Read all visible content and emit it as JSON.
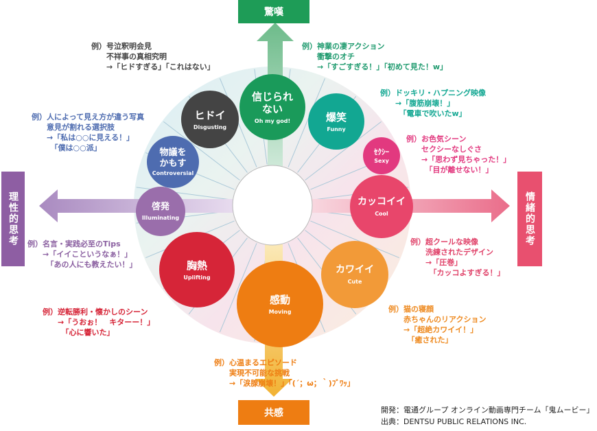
{
  "axes": {
    "top": "驚嘆",
    "bottom": "共感",
    "left": "理性的思考",
    "right": "情緒的思考"
  },
  "emotions": [
    {
      "jp": "信じられ\nない",
      "en": "Oh my god!",
      "color": "#1a9a5a"
    },
    {
      "jp": "爆笑",
      "en": "Funny",
      "color": "#12a792"
    },
    {
      "jp": "ｾｸｼｰ",
      "en": "Sexy",
      "color": "#e2397f"
    },
    {
      "jp": "カッコイイ",
      "en": "Cool",
      "color": "#e8466b"
    },
    {
      "jp": "カワイイ",
      "en": "Cute",
      "color": "#f29a38"
    },
    {
      "jp": "感動",
      "en": "Moving",
      "color": "#ee7d12"
    },
    {
      "jp": "胸熱",
      "en": "Uplifting",
      "color": "#d62538"
    },
    {
      "jp": "啓発",
      "en": "Illuminating",
      "color": "#9a6eab"
    },
    {
      "jp": "物議を\nかもす",
      "en": "Controversial",
      "color": "#4e6cb0"
    },
    {
      "jp": "ヒドイ",
      "en": "Disgusting",
      "color": "#444444"
    }
  ],
  "examples": [
    {
      "color": "#444444",
      "align": "left",
      "lines": [
        "例）号泣釈明会見",
        "　　不祥事の真相究明",
        "　　→「ヒドすぎる」「これはない」"
      ]
    },
    {
      "color": "#1e9a6e",
      "align": "left",
      "lines": [
        "例）神業の凄アクション",
        "　　衝撃のオチ",
        "　　→「すごすぎる！」「初めて見た！w」"
      ]
    },
    {
      "color": "#12a792",
      "align": "left",
      "lines": [
        "例）ドッキリ・ハプニング映像",
        "　　→「腹筋崩壊！」",
        "　　　「電車で吹いたw」"
      ]
    },
    {
      "color": "#e2397f",
      "align": "left",
      "lines": [
        "例）お色気シーン",
        "　　セクシーなしぐさ",
        "　　→「思わず見ちゃった！」",
        "　　　「目が離せない！」"
      ]
    },
    {
      "color": "#4e6cb0",
      "align": "left",
      "lines": [
        "例）人によって見え方が違う写真",
        "　　意見が割れる選択肢",
        "　　→「私は○○に見える！」",
        "　　　「僕は○○派」"
      ]
    },
    {
      "color": "#8a5fa0",
      "align": "left",
      "lines": [
        "例）名言・実践必至のTips",
        "　　→「イイこというなぁ！」",
        "　　　「あの人にも教えたい！」"
      ]
    },
    {
      "color": "#e0436a",
      "align": "left",
      "lines": [
        "例）超クールな映像",
        "　　洗練されたデザイン",
        "　　→「圧巻」",
        "　　　「カッコよすぎる！」"
      ]
    },
    {
      "color": "#d62538",
      "align": "left",
      "lines": [
        "例）逆転勝利・懐かしのシーン",
        "　　→「うおぉ！　キターー！」",
        "　　　「心に響いた」"
      ]
    },
    {
      "color": "#ee8a20",
      "align": "left",
      "lines": [
        "例）猫の寝顔",
        "　　赤ちゃんのリアクション",
        "　　→「超絶カワイイ！」",
        "　　　「癒された」"
      ]
    },
    {
      "color": "#ee7d12",
      "align": "left",
      "lines": [
        "例）心温まるエピソード",
        "　　実現不可能な挑戦",
        "　　→「涙腺崩壊！」「(´；ω；｀)ﾌﾞﾜｯ」"
      ]
    }
  ],
  "credits": {
    "dev": "開発：電通グループ オンライン動画専門チーム「鬼ムービー」",
    "src": "出典：DENTSU PUBLIC RELATIONS INC."
  }
}
